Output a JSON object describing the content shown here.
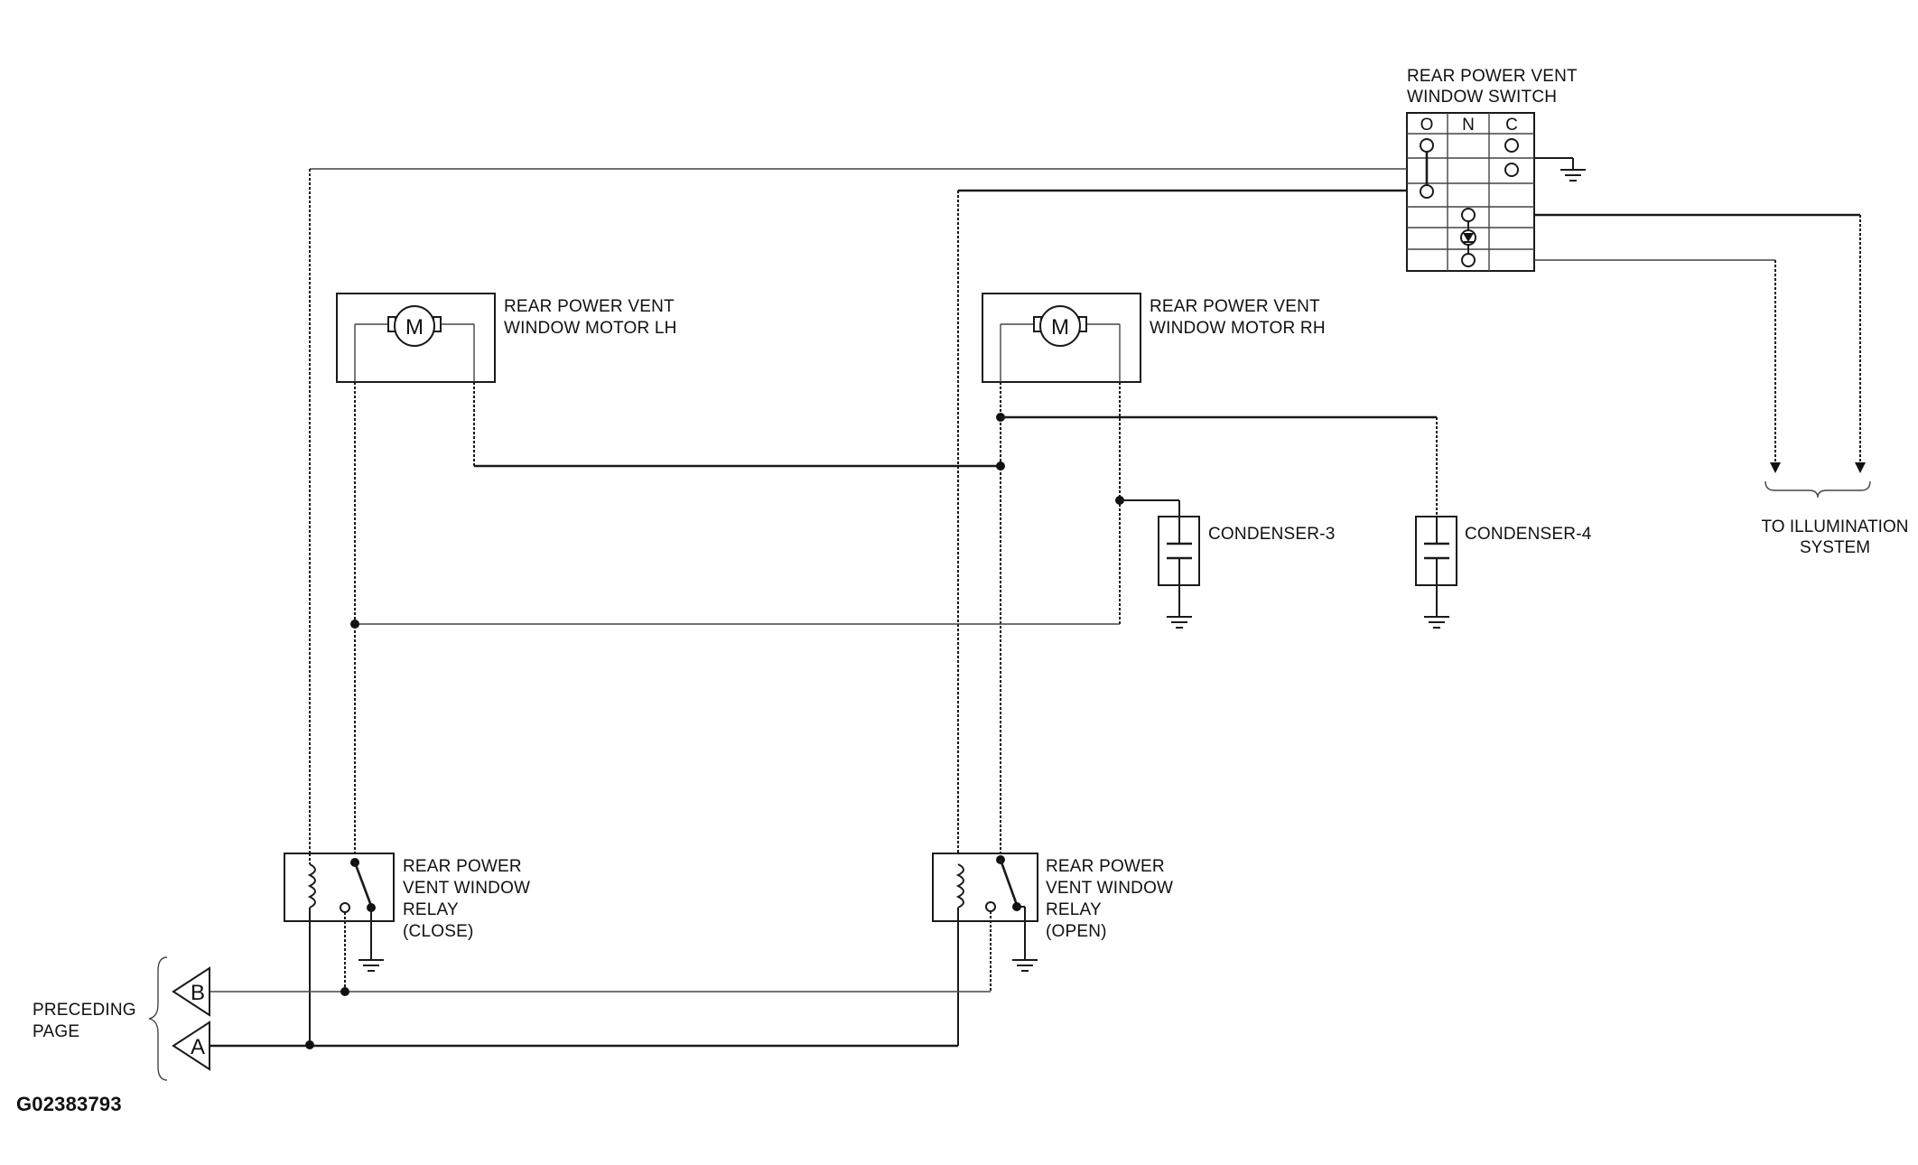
{
  "switch": {
    "title_line1": "REAR POWER VENT",
    "title_line2": "WINDOW SWITCH",
    "col_o": "O",
    "col_n": "N",
    "col_c": "C"
  },
  "motor_lh": {
    "symbol": "M",
    "label_line1": "REAR POWER VENT",
    "label_line2": "WINDOW MOTOR LH"
  },
  "motor_rh": {
    "symbol": "M",
    "label_line1": "REAR POWER VENT",
    "label_line2": "WINDOW MOTOR RH"
  },
  "condenser_3": {
    "label": "CONDENSER-3"
  },
  "condenser_4": {
    "label": "CONDENSER-4"
  },
  "illumination": {
    "label_line1": "TO ILLUMINATION",
    "label_line2": "SYSTEM"
  },
  "relay_close": {
    "line1": "REAR POWER",
    "line2": "VENT WINDOW",
    "line3": "RELAY",
    "line4": "(CLOSE)"
  },
  "relay_open": {
    "line1": "REAR POWER",
    "line2": "VENT WINDOW",
    "line3": "RELAY",
    "line4": "(OPEN)"
  },
  "connectors": {
    "b": "B",
    "a": "A",
    "label_line1": "PRECEDING",
    "label_line2": "PAGE"
  },
  "figure_id": "G02383793"
}
